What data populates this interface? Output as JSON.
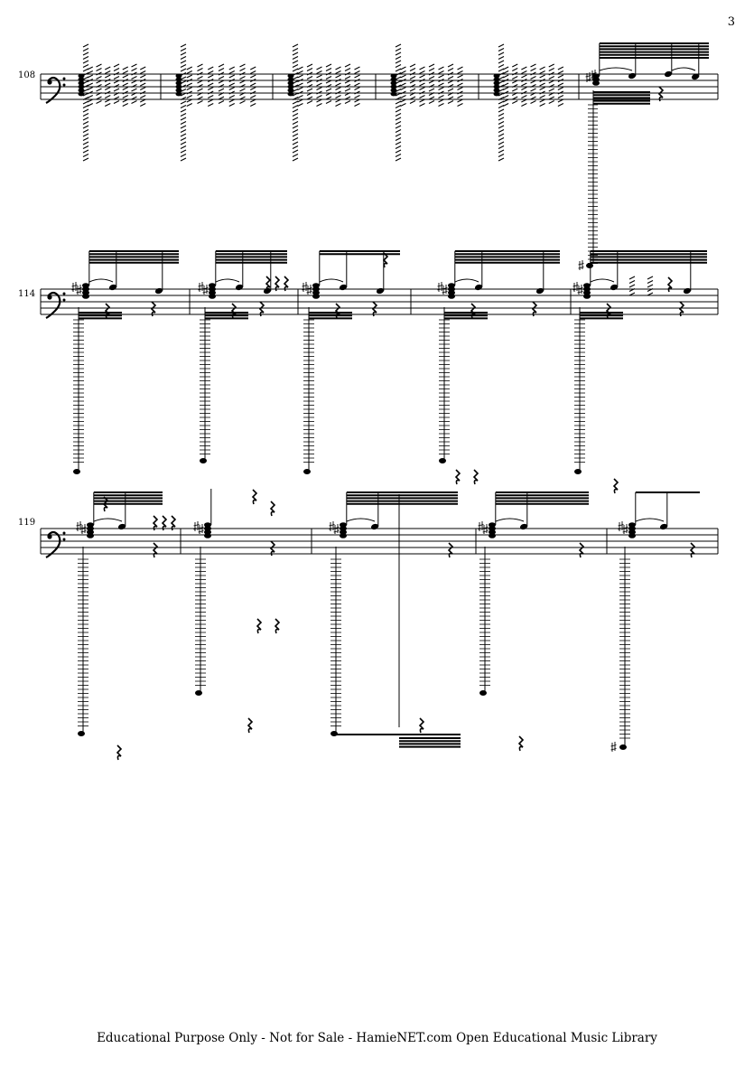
{
  "page": {
    "page_number": "3",
    "footer_text": "Educational Purpose Only - Not for Sale - HamieNET.com Open Educational Music Library"
  },
  "systems": [
    {
      "measure_number": "108",
      "clef": "bass",
      "measures": 6
    },
    {
      "measure_number": "114",
      "clef": "bass",
      "measures": 5
    },
    {
      "measure_number": "119",
      "clef": "bass",
      "measures": 5
    }
  ],
  "colors": {
    "ink": "#000000",
    "paper": "#ffffff"
  }
}
